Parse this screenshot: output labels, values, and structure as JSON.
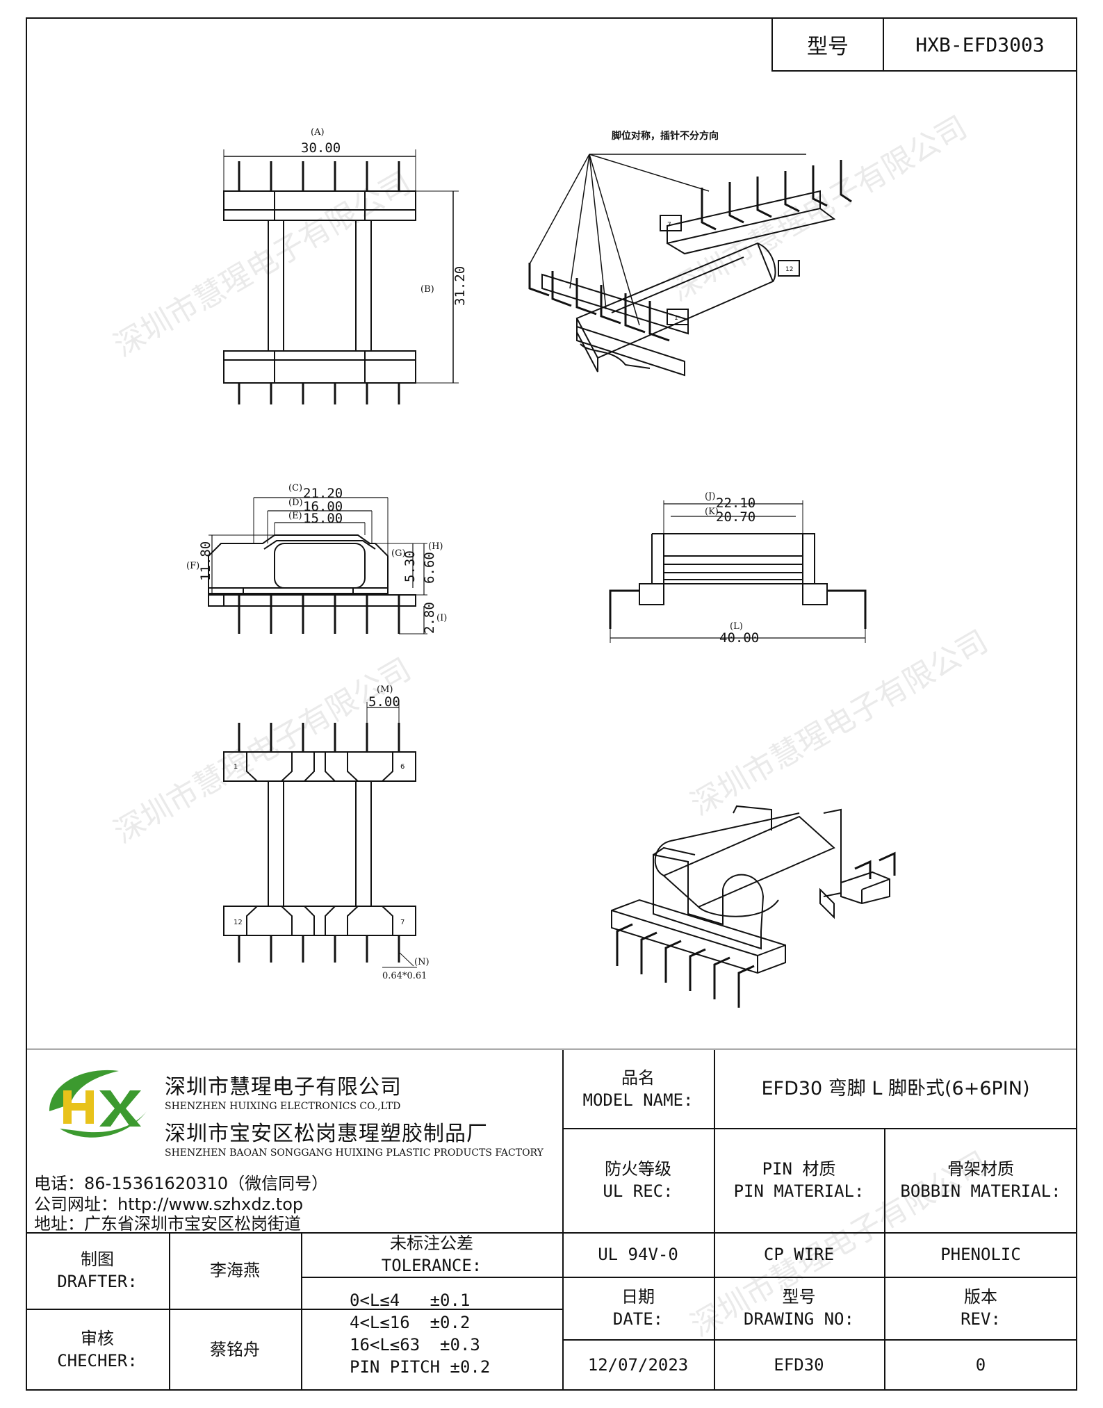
{
  "header": {
    "model_label": "型号",
    "model_value": "HXB-EFD3003"
  },
  "drawing": {
    "dims": {
      "A_label": "(A)",
      "A_value": "30.00",
      "B_label": "(B)",
      "B_value": "31.20",
      "C_label": "(C)",
      "C_value": "21.20",
      "D_label": "(D)",
      "D_value": "16.00",
      "E_label": "(E)",
      "E_value": "15.00",
      "F_label": "(F)",
      "F_value": "11.80",
      "G_label": "(G)",
      "G_value": "5.30",
      "H_label": "(H)",
      "H_value": "6.60",
      "I_label": "(I)",
      "I_value": "2.80",
      "J_label": "(J)",
      "J_value": "22.10",
      "K_label": "(K)",
      "K_value": "20.70",
      "L_label": "(L)",
      "L_value": "40.00",
      "M_label": "(M)",
      "M_value": "5.00",
      "N_label": "(N)",
      "N_value": "0.64*0.61"
    },
    "pin_note": "脚位对称，插针不分方向",
    "pin_numbers": {
      "p1": "1",
      "p6": "6",
      "p7": "7",
      "p12": "12"
    },
    "watermark": "深圳市慧瑆电子有限公司"
  },
  "company": {
    "logo_text": "HX",
    "name_cn": "深圳市慧瑆电子有限公司",
    "name_en": "SHENZHEN HUIXING ELECTRONICS CO.,LTD",
    "factory_cn": "深圳市宝安区松岗惠瑆塑胶制品厂",
    "factory_en": "SHENZHEN BAOAN SONGGANG HUIXING PLASTIC PRODUCTS FACTORY",
    "phone": "电话：86-15361620310（微信同号）",
    "website": "公司网址：http://www.szhxdz.top",
    "address": "地址：广东省深圳市宝安区松岗街道",
    "colors": {
      "green": "#3c9a2f",
      "yellow": "#e8c21a"
    }
  },
  "title_block": {
    "model_name_cn": "品名",
    "model_name_en": "MODEL NAME:",
    "model_name_value": "EFD30 弯脚 L 脚卧式(6+6PIN)",
    "ul_cn": "防火等级",
    "ul_en": "UL REC:",
    "pin_mat_cn": "PIN 材质",
    "pin_mat_en": "PIN MATERIAL:",
    "bobbin_cn": "骨架材质",
    "bobbin_en": "BOBBIN MATERIAL:",
    "ul_value": "UL 94V-0",
    "pin_value": "CP WIRE",
    "bobbin_value": "PHENOLIC",
    "drafter_cn": "制图",
    "drafter_en": "DRAFTER:",
    "drafter_name": "李海燕",
    "checker_cn": "审核",
    "checker_en": "CHECHER:",
    "checker_name": "蔡铭舟",
    "tol_cn": "未标注公差",
    "tol_en": "TOLERANCE:",
    "tol_lines": [
      "0<L≤4   ±0.1",
      "4<L≤16  ±0.2",
      "16<L≤63  ±0.3",
      "PIN PITCH ±0.2"
    ],
    "date_cn": "日期",
    "date_en": "DATE:",
    "drawing_no_cn": "型号",
    "drawing_no_en": "DRAWING NO:",
    "rev_cn": "版本",
    "rev_en": "REV:",
    "date_value": "12/07/2023",
    "drawing_no_value": "EFD30",
    "rev_value": "0"
  }
}
